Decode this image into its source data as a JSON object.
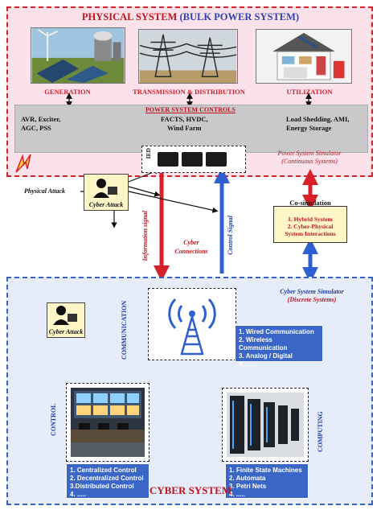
{
  "physical": {
    "title_main": "PHYSICAL SYSTEM",
    "title_paren": "(BULK POWER SYSTEM)",
    "sections": [
      "GENERATION",
      "TRANSMISSION & DISTRIBUTION",
      "UTILIZATION"
    ],
    "controls_title": "POWER SYSTEM CONTROLS",
    "controls_left": [
      "AVR, Exciter,",
      "AGC,  PSS"
    ],
    "controls_mid": [
      "FACTS, HVDC,",
      "Wind Farm"
    ],
    "controls_right": [
      "Load Shedding, AMI,",
      "Energy Storage"
    ],
    "ied_label": "IED",
    "simulator": [
      "Power System Simulator",
      "(Continuous Systems)"
    ]
  },
  "attacks": {
    "physical_attack": "Physical Attack",
    "cyber_attack_top": "Cyber Attack",
    "cyber_attack_bottom": "Cyber Attack"
  },
  "signals": {
    "information": "Information signal",
    "control": "Control Signal",
    "cyber_connections": [
      "Cyber",
      "Connections"
    ]
  },
  "cosim": {
    "title": "Co-simulation",
    "items": [
      "1. Hybrid System",
      "2. Cyber-Physical",
      "System Interactions"
    ]
  },
  "cyber": {
    "simulator": [
      "Cyber System Simulator",
      "(Discrete Systems)"
    ],
    "communication_label": "COMMUNICATION",
    "control_label": "CONTROL",
    "computing_label": "COMPUTING",
    "comm_list": [
      "1. Wired Communication",
      "2. Wireless Communication",
      "3. Analog / Digital",
      "4. ....."
    ],
    "control_list": [
      "1. Centralized Control",
      "2. Decentralized Control",
      "3.Distributed Control",
      "4. ....."
    ],
    "computing_list": [
      "1. Finite State Machines",
      "2. Automata",
      "3. Petri Nets",
      "4. ....."
    ],
    "title": "CYBER SYSTEM"
  },
  "colors": {
    "red": "#d6202a",
    "blue": "#2f5fd0",
    "cyan": "#2bb6d9"
  },
  "icons": [
    "solar-wind-generation-photo",
    "transmission-tower-photo",
    "smart-home-photo",
    "lightning-icon",
    "hacker-icon",
    "wireless-tower-icon",
    "control-room-photo",
    "server-rack-photo",
    "ied-device-icon"
  ]
}
